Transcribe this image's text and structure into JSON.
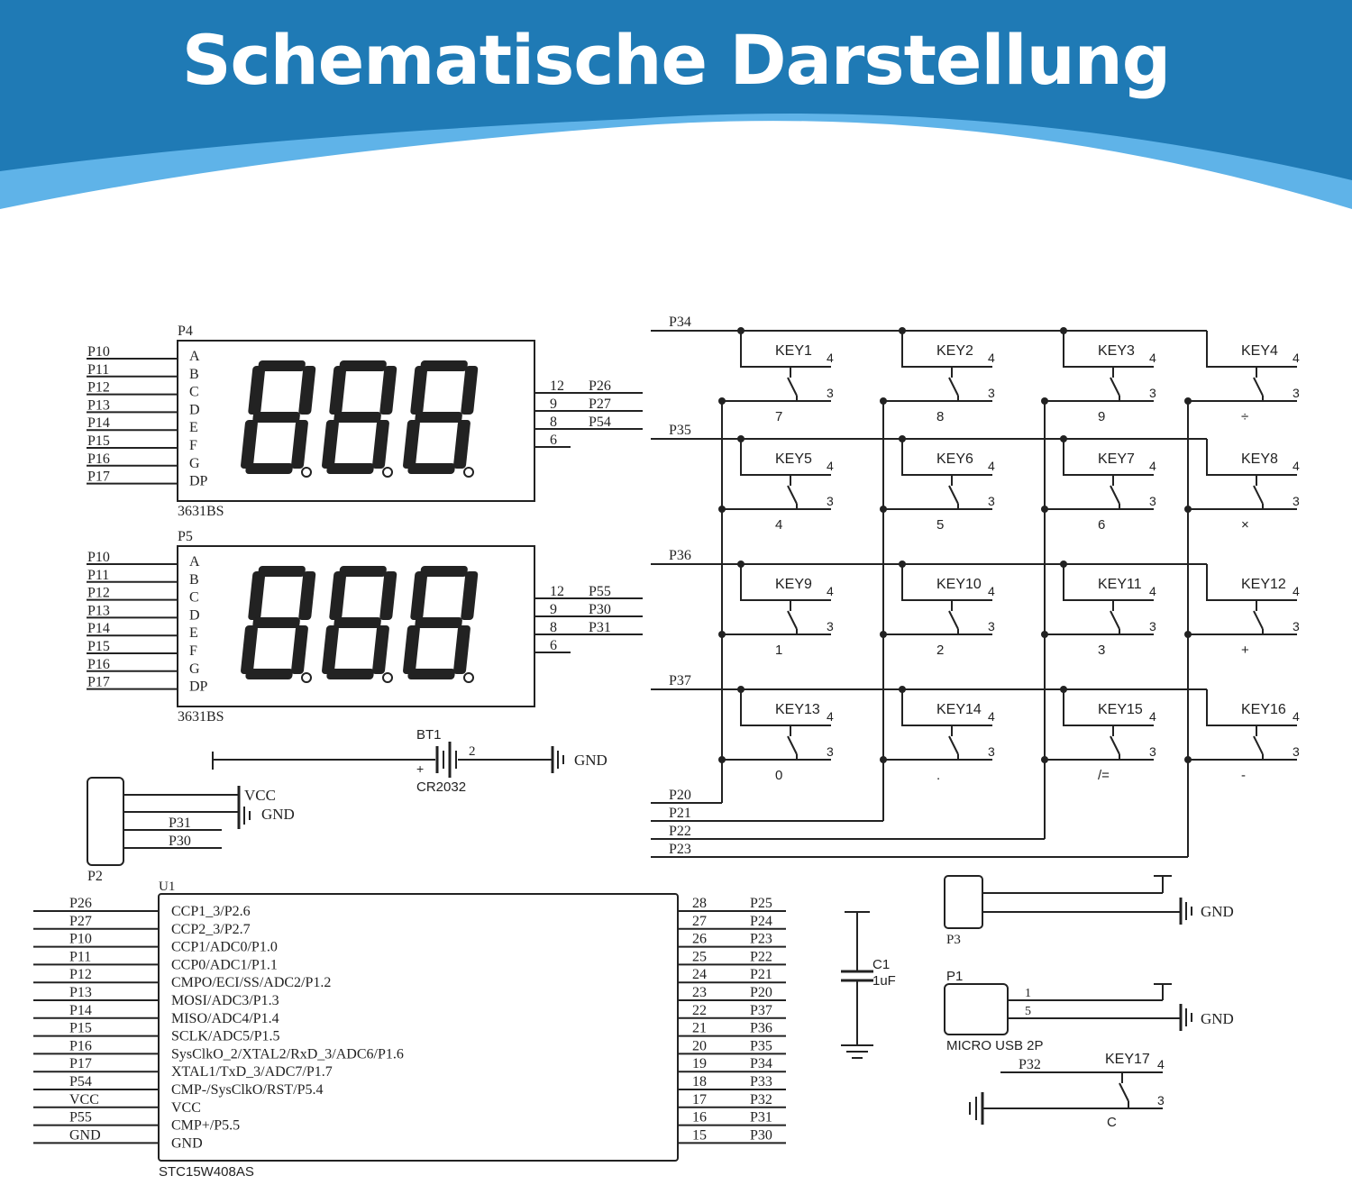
{
  "header": {
    "title": "Schematische Darstellung",
    "colors": {
      "band": "#1f7ab5",
      "wave": "#5fb3e8"
    }
  },
  "displays": [
    {
      "ref": "P4",
      "part": "3631BS",
      "left_nets": [
        "P10",
        "P11",
        "P12",
        "P13",
        "P14",
        "P15",
        "P16",
        "P17"
      ],
      "segments": [
        "A",
        "B",
        "C",
        "D",
        "E",
        "F",
        "G",
        "DP"
      ],
      "digits": "888",
      "right_pins": [
        {
          "pin": "12",
          "net": "P26"
        },
        {
          "pin": "9",
          "net": "P27"
        },
        {
          "pin": "8",
          "net": "P54"
        },
        {
          "pin": "6",
          "net": ""
        }
      ]
    },
    {
      "ref": "P5",
      "part": "3631BS",
      "left_nets": [
        "P10",
        "P11",
        "P12",
        "P13",
        "P14",
        "P15",
        "P16",
        "P17"
      ],
      "segments": [
        "A",
        "B",
        "C",
        "D",
        "E",
        "F",
        "G",
        "DP"
      ],
      "digits": "888",
      "right_pins": [
        {
          "pin": "12",
          "net": "P55"
        },
        {
          "pin": "9",
          "net": "P30"
        },
        {
          "pin": "8",
          "net": "P31"
        },
        {
          "pin": "6",
          "net": ""
        }
      ]
    }
  ],
  "keypad": {
    "row_nets": [
      "P34",
      "P35",
      "P36",
      "P37"
    ],
    "col_nets": [
      "P20",
      "P21",
      "P22",
      "P23"
    ],
    "pin_a": "4",
    "pin_b": "3",
    "keys": [
      {
        "name": "KEY1",
        "label": "7"
      },
      {
        "name": "KEY2",
        "label": "8"
      },
      {
        "name": "KEY3",
        "label": "9"
      },
      {
        "name": "KEY4",
        "label": "÷"
      },
      {
        "name": "KEY5",
        "label": "4"
      },
      {
        "name": "KEY6",
        "label": "5"
      },
      {
        "name": "KEY7",
        "label": "6"
      },
      {
        "name": "KEY8",
        "label": "×"
      },
      {
        "name": "KEY9",
        "label": "1"
      },
      {
        "name": "KEY10",
        "label": "2"
      },
      {
        "name": "KEY11",
        "label": "3"
      },
      {
        "name": "KEY12",
        "label": "+"
      },
      {
        "name": "KEY13",
        "label": "0"
      },
      {
        "name": "KEY14",
        "label": "."
      },
      {
        "name": "KEY15",
        "label": "/="
      },
      {
        "name": "KEY16",
        "label": "-"
      }
    ]
  },
  "battery": {
    "ref": "BT1",
    "part": "CR2032",
    "plus": "+",
    "pin2": "2",
    "gnd": "GND"
  },
  "p2": {
    "ref": "P2",
    "nets": [
      "VCC",
      "GND",
      "P31",
      "P30"
    ]
  },
  "mcu": {
    "ref": "U1",
    "part": "STC15W408AS",
    "left_nets": [
      "P26",
      "P27",
      "P10",
      "P11",
      "P12",
      "P13",
      "P14",
      "P15",
      "P16",
      "P17",
      "P54",
      "VCC",
      "P55",
      "GND"
    ],
    "pin_names": [
      "CCP1_3/P2.6",
      "CCP2_3/P2.7",
      "CCP1/ADC0/P1.0",
      "CCP0/ADC1/P1.1",
      "CMPO/ECI/SS/ADC2/P1.2",
      "MOSI/ADC3/P1.3",
      "MISO/ADC4/P1.4",
      "SCLK/ADC5/P1.5",
      "SysClkO_2/XTAL2/RxD_3/ADC6/P1.6",
      "XTAL1/TxD_3/ADC7/P1.7",
      "CMP-/SysClkO/RST/P5.4",
      "VCC",
      "CMP+/P5.5",
      "GND"
    ],
    "right_pins": [
      "28",
      "27",
      "26",
      "25",
      "24",
      "23",
      "22",
      "21",
      "20",
      "19",
      "18",
      "17",
      "16",
      "15"
    ],
    "right_nets": [
      "P25",
      "P24",
      "P23",
      "P22",
      "P21",
      "P20",
      "P37",
      "P36",
      "P35",
      "P34",
      "P33",
      "P32",
      "P31",
      "P30"
    ]
  },
  "capacitor": {
    "ref": "C1",
    "value": "1uF"
  },
  "p3": {
    "ref": "P3",
    "gnd": "GND"
  },
  "p1": {
    "ref": "P1",
    "part": "MICRO USB 2P",
    "pin1": "1",
    "pin5": "5",
    "gnd": "GND"
  },
  "key17": {
    "name": "KEY17",
    "net": "P32",
    "pin_a": "4",
    "pin_b": "3",
    "label": "C"
  }
}
